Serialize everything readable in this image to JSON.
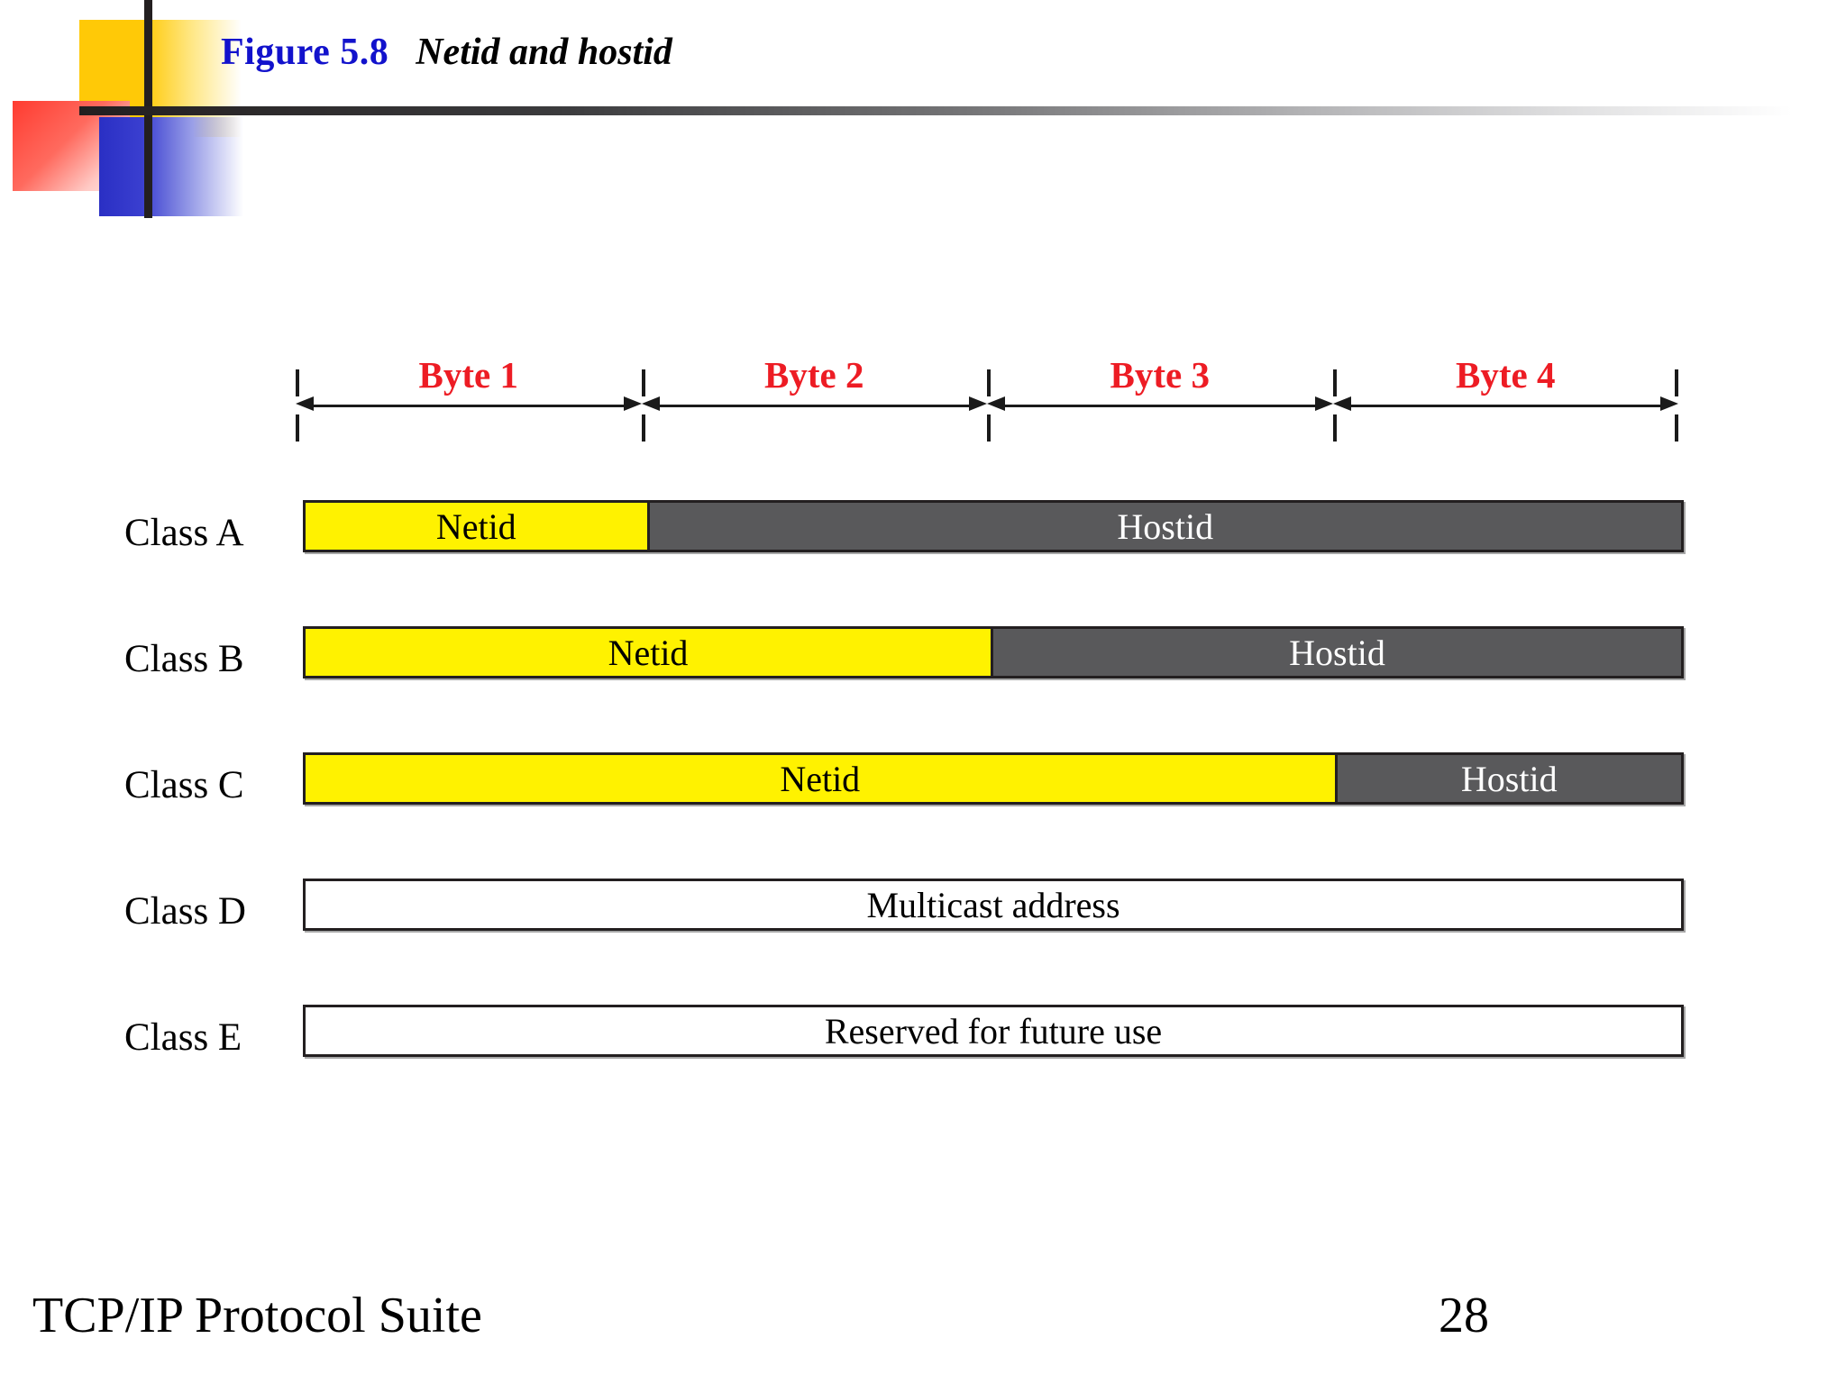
{
  "header": {
    "figure_number": "Figure 5.8",
    "figure_caption": "Netid and hostid",
    "figure_number_color": "#1212CC",
    "ornament_colors": {
      "yellow": "#FFC907",
      "red": "#FF3B30",
      "blue": "#2A2FC4",
      "rule": "#231F20"
    }
  },
  "ruler": {
    "label_color": "#ED1C24",
    "bytes": [
      {
        "label": "Byte 1"
      },
      {
        "label": "Byte 2"
      },
      {
        "label": "Byte 3"
      },
      {
        "label": "Byte 4"
      }
    ]
  },
  "diagram": {
    "netid_color": "#FFF200",
    "hostid_color": "#59595B",
    "plain_color": "#FFFFFF",
    "border_color": "#231F20",
    "rows": [
      {
        "label": "Class A",
        "cells": [
          {
            "text": "Netid",
            "type": "netid",
            "bytes": 1
          },
          {
            "text": "Hostid",
            "type": "hostid",
            "bytes": 3
          }
        ]
      },
      {
        "label": "Class B",
        "cells": [
          {
            "text": "Netid",
            "type": "netid",
            "bytes": 2
          },
          {
            "text": "Hostid",
            "type": "hostid",
            "bytes": 2
          }
        ]
      },
      {
        "label": "Class C",
        "cells": [
          {
            "text": "Netid",
            "type": "netid",
            "bytes": 3
          },
          {
            "text": "Hostid",
            "type": "hostid",
            "bytes": 1
          }
        ]
      },
      {
        "label": "Class D",
        "cells": [
          {
            "text": "Multicast address",
            "type": "plain",
            "bytes": 4
          }
        ]
      },
      {
        "label": "Class E",
        "cells": [
          {
            "text": "Reserved for future use",
            "type": "plain",
            "bytes": 4
          }
        ]
      }
    ]
  },
  "footer": {
    "book_title": "TCP/IP Protocol Suite",
    "page_number": "28"
  }
}
